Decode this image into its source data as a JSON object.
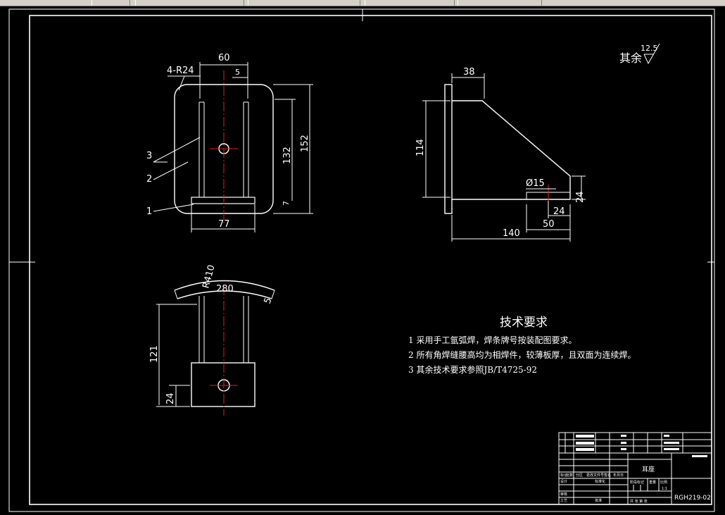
{
  "toolbar": {
    "segments": [
      "",
      "",
      "",
      "",
      ""
    ]
  },
  "surface": {
    "symbol_text": "其余",
    "value": "12.5"
  },
  "front_view": {
    "dim_width_top": "60",
    "dim_radius": "4-R24",
    "dim_small": "5",
    "dim_height_inner": "132",
    "dim_height_outer": "152",
    "dim_bottom_small": "7",
    "dim_base_width": "77",
    "callouts": [
      "3",
      "2",
      "1"
    ]
  },
  "side_view": {
    "dim_top": "38",
    "dim_height": "114",
    "dim_hole": "Ø15",
    "dim_right": "24",
    "dim_bottom_small": "24",
    "dim_50": "50",
    "dim_140": "140"
  },
  "top_view": {
    "dim_radius": "R410",
    "dim_arc_width": "280",
    "dim_thickness": "5",
    "dim_height": "121",
    "dim_bottom": "24"
  },
  "tech_requirements": {
    "title": "技术要求",
    "items": [
      "1 采用手工氩弧焊，焊条牌号按装配图要求。",
      "2 所有角焊缝腰高均为相焊件，较薄板厚，且双面为连续焊。",
      "3 其余技术要求参照JB/T4725-92"
    ]
  },
  "title_block": {
    "part_name": "耳座",
    "drawing_no": "RGH219-02",
    "scale_label": "比例",
    "scale_value": "1:1",
    "sheet_info": "共 张 第 张",
    "row_labels": [
      "标记",
      "处数",
      "分区",
      "更改文件号",
      "签名",
      "年月日"
    ],
    "design": "设计",
    "standardize": "标准化",
    "review": "审核",
    "process": "工艺",
    "approve": "批准",
    "stage_mark": "阶段标记",
    "weight": "重量"
  }
}
